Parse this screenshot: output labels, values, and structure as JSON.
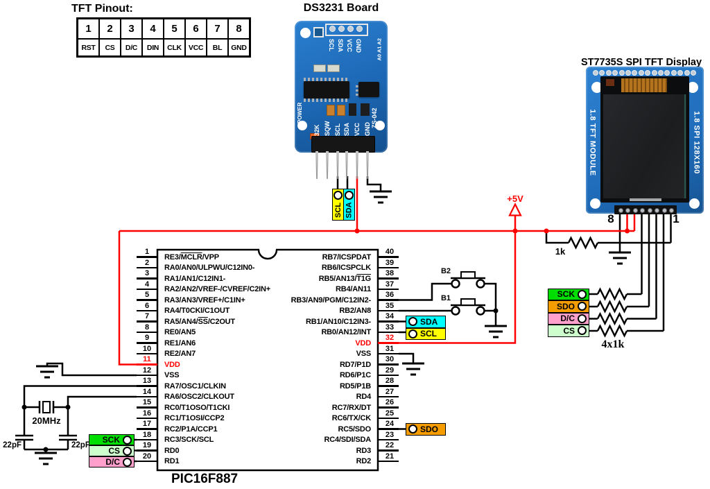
{
  "tft_pinout": {
    "title": "TFT Pinout:",
    "columns": [
      {
        "pin": "1",
        "signal": "RST"
      },
      {
        "pin": "2",
        "signal": "CS"
      },
      {
        "pin": "3",
        "signal": "D/C"
      },
      {
        "pin": "4",
        "signal": "DIN"
      },
      {
        "pin": "5",
        "signal": "CLK"
      },
      {
        "pin": "6",
        "signal": "VCC"
      },
      {
        "pin": "7",
        "signal": "BL"
      },
      {
        "pin": "8",
        "signal": "GND"
      }
    ]
  },
  "ds3231": {
    "title": "DS3231 Board",
    "top_pins": [
      "SCL",
      "SDA",
      "VCC",
      "GND"
    ],
    "bottom_pins": [
      "32K",
      "SQW",
      "SCL",
      "SDA",
      "VCC",
      "GND"
    ],
    "silk_power": "POWER",
    "silk_model": "ZS-042",
    "silk_addr": "A0 A1 A2"
  },
  "tft_display": {
    "title": "ST7735S SPI TFT Display",
    "silk_left": "1.8 TFT MODULE",
    "silk_right": "1.8 SPI 128X160",
    "pin8_label": "8",
    "pin1_label": "1"
  },
  "mcu": {
    "name": "PIC16F887",
    "left_pins": [
      {
        "num": 1,
        "name": "RE3/MCLR/VPP",
        "ov": "MCLR"
      },
      {
        "num": 2,
        "name": "RA0/AN0/ULPWU/C12IN0-"
      },
      {
        "num": 3,
        "name": "RA1/AN1/C12IN1-"
      },
      {
        "num": 4,
        "name": "RA2/AN2/VREF-/CVREF/C2IN+"
      },
      {
        "num": 5,
        "name": "RA3/AN3/VREF+/C1IN+"
      },
      {
        "num": 6,
        "name": "RA4/T0CKI/C1OUT"
      },
      {
        "num": 7,
        "name": "RA5/AN4/SS/C2OUT",
        "ov": "SS"
      },
      {
        "num": 8,
        "name": "RE0/AN5"
      },
      {
        "num": 9,
        "name": "RE1/AN6"
      },
      {
        "num": 10,
        "name": "RE2/AN7"
      },
      {
        "num": 11,
        "name": "VDD",
        "red": true
      },
      {
        "num": 12,
        "name": "VSS"
      },
      {
        "num": 13,
        "name": "RA7/OSC1/CLKIN"
      },
      {
        "num": 14,
        "name": "RA6/OSC2/CLKOUT"
      },
      {
        "num": 15,
        "name": "RC0/T1OSO/T1CKI"
      },
      {
        "num": 16,
        "name": "RC1/T1OSI/CCP2"
      },
      {
        "num": 17,
        "name": "RC2/P1A/CCP1"
      },
      {
        "num": 18,
        "name": "RC3/SCK/SCL"
      },
      {
        "num": 19,
        "name": "RD0"
      },
      {
        "num": 20,
        "name": "RD1"
      }
    ],
    "right_pins": [
      {
        "num": 40,
        "name": "RB7/ICSPDAT"
      },
      {
        "num": 39,
        "name": "RB6/ICSPCLK"
      },
      {
        "num": 38,
        "name": "RB5/AN13/T1G",
        "ov": "T1G"
      },
      {
        "num": 37,
        "name": "RB4/AN11"
      },
      {
        "num": 36,
        "name": "RB3/AN9/PGM/C12IN2-"
      },
      {
        "num": 35,
        "name": "RB2/AN8"
      },
      {
        "num": 34,
        "name": "RB1/AN10/C12IN3-"
      },
      {
        "num": 33,
        "name": "RB0/AN12/INT"
      },
      {
        "num": 32,
        "name": "VDD",
        "red": true
      },
      {
        "num": 31,
        "name": "VSS"
      },
      {
        "num": 30,
        "name": "RD7/P1D"
      },
      {
        "num": 29,
        "name": "RD6/P1C"
      },
      {
        "num": 28,
        "name": "RD5/P1B"
      },
      {
        "num": 27,
        "name": "RD4"
      },
      {
        "num": 26,
        "name": "RC7/RX/DT"
      },
      {
        "num": 25,
        "name": "RC6/TX/CK"
      },
      {
        "num": 24,
        "name": "RC5/SDO"
      },
      {
        "num": 23,
        "name": "RC4/SDI/SDA"
      },
      {
        "num": 22,
        "name": "RD3"
      },
      {
        "num": 21,
        "name": "RD2"
      }
    ]
  },
  "net_labels": {
    "ds3231_scl": {
      "text": "SCL",
      "color": "#ffff00"
    },
    "ds3231_sda": {
      "text": "SDA",
      "color": "#00ffff"
    },
    "mcu_sda": {
      "text": "SDA",
      "color": "#00ffff"
    },
    "mcu_scl": {
      "text": "SCL",
      "color": "#ffff00"
    },
    "mcu_sdo": {
      "text": "SDO",
      "color": "#f59c00"
    },
    "mcu_sck": {
      "text": "SCK",
      "color": "#00dd00"
    },
    "mcu_cs": {
      "text": "CS",
      "color": "#ccffcc"
    },
    "mcu_dc": {
      "text": "D/C",
      "color": "#ff9fcb"
    },
    "disp_sck": {
      "text": "SCK",
      "color": "#00dd00"
    },
    "disp_sdo": {
      "text": "SDO",
      "color": "#f59c00"
    },
    "disp_dc": {
      "text": "D/C",
      "color": "#ff9fcb"
    },
    "disp_cs": {
      "text": "CS",
      "color": "#ccffcc"
    }
  },
  "annotations": {
    "plus5v": "+5V",
    "r_pullup": "1k",
    "r_array": "4x1k",
    "crystal": "20MHz",
    "cap_left": "22pF",
    "cap_right": "22pF",
    "b1": "B1",
    "b2": "B2"
  },
  "colors": {
    "wire": "#000000",
    "power": "#ff0000"
  }
}
